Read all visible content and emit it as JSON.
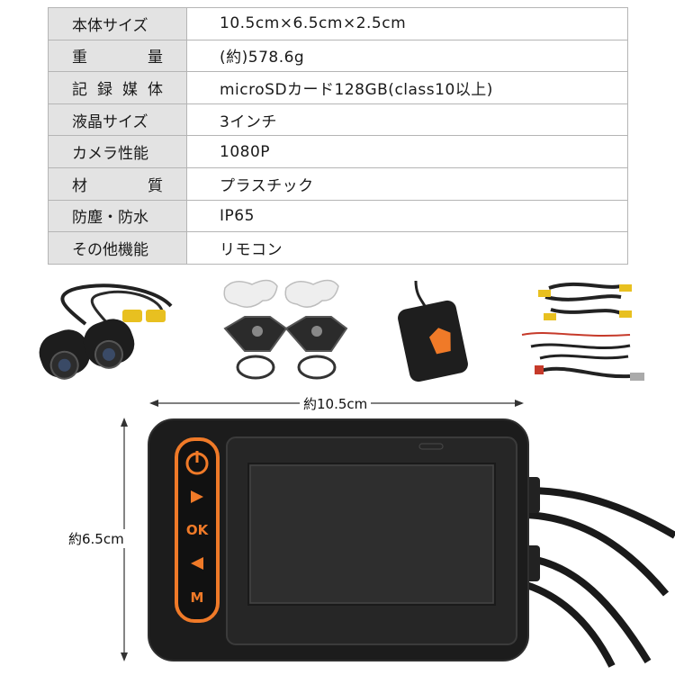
{
  "specs": [
    {
      "key": "本体サイズ",
      "value": "10.5cm×6.5cm×2.5cm"
    },
    {
      "key": "重量",
      "value": "(約)578.6g"
    },
    {
      "key": "記録媒体",
      "value": "microSDカード128GB(class10以上)"
    },
    {
      "key": "液晶サイズ",
      "value": "3インチ"
    },
    {
      "key": "カメラ性能",
      "value": "1080P"
    },
    {
      "key": "材質",
      "value": "プラスチック"
    },
    {
      "key": "防塵・防水",
      "value": "IP65"
    },
    {
      "key": "その他機能",
      "value": "リモコン"
    }
  ],
  "dimensions": {
    "width": "約10.5cm",
    "height": "約6.5cm"
  },
  "device_buttons": {
    "ok": "OK",
    "menu": "M"
  },
  "colors": {
    "accent": "#f07a28",
    "body": "#1c1c1c",
    "header_cell": "#e3e3e3"
  }
}
